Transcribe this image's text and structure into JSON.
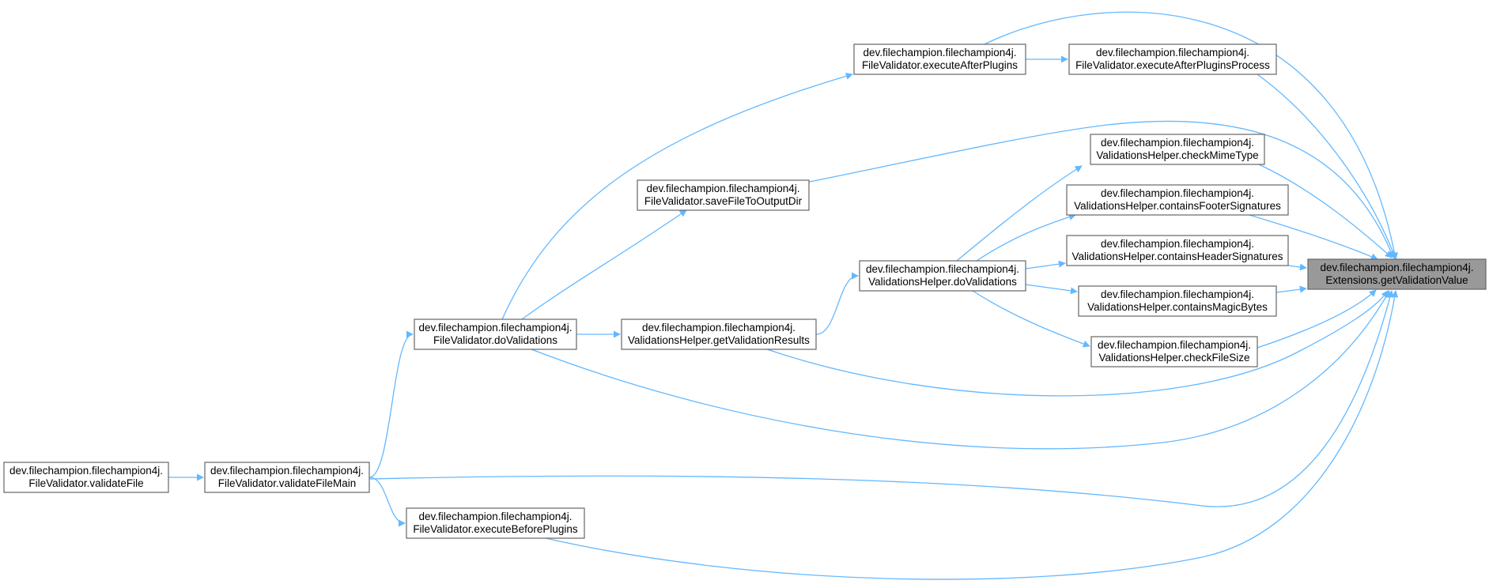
{
  "colors": {
    "edge": "#63b8ff",
    "root_fill": "#999999",
    "node_border": "#666666"
  },
  "nodes": [
    {
      "id": "root",
      "line1": "dev.filechampion.filechampion4j.",
      "line2": "Extensions.getValidationValue",
      "highlight": true
    },
    {
      "id": "executeAfterPlugins",
      "line1": "dev.filechampion.filechampion4j.",
      "line2": "FileValidator.executeAfterPlugins"
    },
    {
      "id": "executeAfterPluginsProcess",
      "line1": "dev.filechampion.filechampion4j.",
      "line2": "FileValidator.executeAfterPluginsProcess"
    },
    {
      "id": "checkMimeType",
      "line1": "dev.filechampion.filechampion4j.",
      "line2": "ValidationsHelper.checkMimeType"
    },
    {
      "id": "saveFileToOutputDir",
      "line1": "dev.filechampion.filechampion4j.",
      "line2": "FileValidator.saveFileToOutputDir"
    },
    {
      "id": "containsFooterSignatures",
      "line1": "dev.filechampion.filechampion4j.",
      "line2": "ValidationsHelper.containsFooterSignatures"
    },
    {
      "id": "containsHeaderSignatures",
      "line1": "dev.filechampion.filechampion4j.",
      "line2": "ValidationsHelper.containsHeaderSignatures"
    },
    {
      "id": "vhDoValidations",
      "line1": "dev.filechampion.filechampion4j.",
      "line2": "ValidationsHelper.doValidations"
    },
    {
      "id": "containsMagicBytes",
      "line1": "dev.filechampion.filechampion4j.",
      "line2": "ValidationsHelper.containsMagicBytes"
    },
    {
      "id": "fvDoValidations",
      "line1": "dev.filechampion.filechampion4j.",
      "line2": "FileValidator.doValidations"
    },
    {
      "id": "getValidationResults",
      "line1": "dev.filechampion.filechampion4j.",
      "line2": "ValidationsHelper.getValidationResults"
    },
    {
      "id": "checkFileSize",
      "line1": "dev.filechampion.filechampion4j.",
      "line2": "ValidationsHelper.checkFileSize"
    },
    {
      "id": "validateFile",
      "line1": "dev.filechampion.filechampion4j.",
      "line2": "FileValidator.validateFile"
    },
    {
      "id": "validateFileMain",
      "line1": "dev.filechampion.filechampion4j.",
      "line2": "FileValidator.validateFileMain"
    },
    {
      "id": "executeBeforePlugins",
      "line1": "dev.filechampion.filechampion4j.",
      "line2": "FileValidator.executeBeforePlugins"
    }
  ],
  "edges": [
    {
      "from": "executeAfterPlugins",
      "to": "root"
    },
    {
      "from": "executeAfterPluginsProcess",
      "to": "root"
    },
    {
      "from": "saveFileToOutputDir",
      "to": "root"
    },
    {
      "from": "checkMimeType",
      "to": "root"
    },
    {
      "from": "containsFooterSignatures",
      "to": "root"
    },
    {
      "from": "containsHeaderSignatures",
      "to": "root"
    },
    {
      "from": "containsMagicBytes",
      "to": "root"
    },
    {
      "from": "checkFileSize",
      "to": "root"
    },
    {
      "from": "getValidationResults",
      "to": "root"
    },
    {
      "from": "fvDoValidations",
      "to": "root"
    },
    {
      "from": "validateFileMain",
      "to": "root"
    },
    {
      "from": "executeBeforePlugins",
      "to": "root"
    },
    {
      "from": "executeAfterPlugins",
      "to": "executeAfterPluginsProcess"
    },
    {
      "from": "fvDoValidations",
      "to": "executeAfterPlugins"
    },
    {
      "from": "fvDoValidations",
      "to": "saveFileToOutputDir"
    },
    {
      "from": "fvDoValidations",
      "to": "getValidationResults"
    },
    {
      "from": "vhDoValidations",
      "to": "checkMimeType"
    },
    {
      "from": "vhDoValidations",
      "to": "containsFooterSignatures"
    },
    {
      "from": "vhDoValidations",
      "to": "containsHeaderSignatures"
    },
    {
      "from": "vhDoValidations",
      "to": "containsMagicBytes"
    },
    {
      "from": "vhDoValidations",
      "to": "checkFileSize"
    },
    {
      "from": "getValidationResults",
      "to": "vhDoValidations"
    },
    {
      "from": "validateFileMain",
      "to": "fvDoValidations"
    },
    {
      "from": "validateFileMain",
      "to": "executeBeforePlugins"
    },
    {
      "from": "validateFile",
      "to": "validateFileMain"
    }
  ]
}
